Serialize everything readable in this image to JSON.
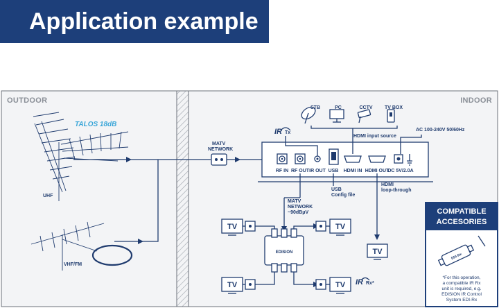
{
  "banner": {
    "title": "Application example"
  },
  "sections": {
    "outdoor": "OUTDOOR",
    "indoor": "INDOOR"
  },
  "antennas": {
    "brand": "TALOS 18dB",
    "uhf": "UHF",
    "vhf": "VHF/FM"
  },
  "network": {
    "matv": "MATV",
    "network": "NETWORK",
    "matv_out_1": "MATV",
    "matv_out_2": "NETWORK",
    "matv_out_3": "~90dBμV"
  },
  "sources": {
    "items": [
      "STB",
      "PC",
      "CCTV",
      "TV BOX"
    ],
    "caption": "HDMI input source"
  },
  "ir": {
    "ir": "IR",
    "tx": "Tx",
    "rx": "Rx*"
  },
  "power": {
    "label": "AC 100-240V 50/60Hz"
  },
  "ports": {
    "rf_in": "RF IN",
    "rf_out": "RF OUT",
    "ir_out": "IR OUT",
    "usb": "USB",
    "hdmi_in": "HDMI IN",
    "hdmi_out": "HDMI OUT",
    "dc": "DC 5V/2.0A"
  },
  "usb_note": {
    "line1": "USB",
    "line2": "Config file"
  },
  "hdmi_note": {
    "line1": "HDMI",
    "line2": "loop-through"
  },
  "tv_label": "TV",
  "splitter": {
    "brand": "EDISION"
  },
  "compatible": {
    "title1": "COMPATIBLE",
    "title2": "ACCESORIES",
    "device": "EDI-Rx",
    "note1": "*For this operation,",
    "note2": "a compatible IR Rx",
    "note3": "unit is required, e.g.",
    "note4": "EDISION IR Control",
    "note5": "System EDI-Rx"
  }
}
